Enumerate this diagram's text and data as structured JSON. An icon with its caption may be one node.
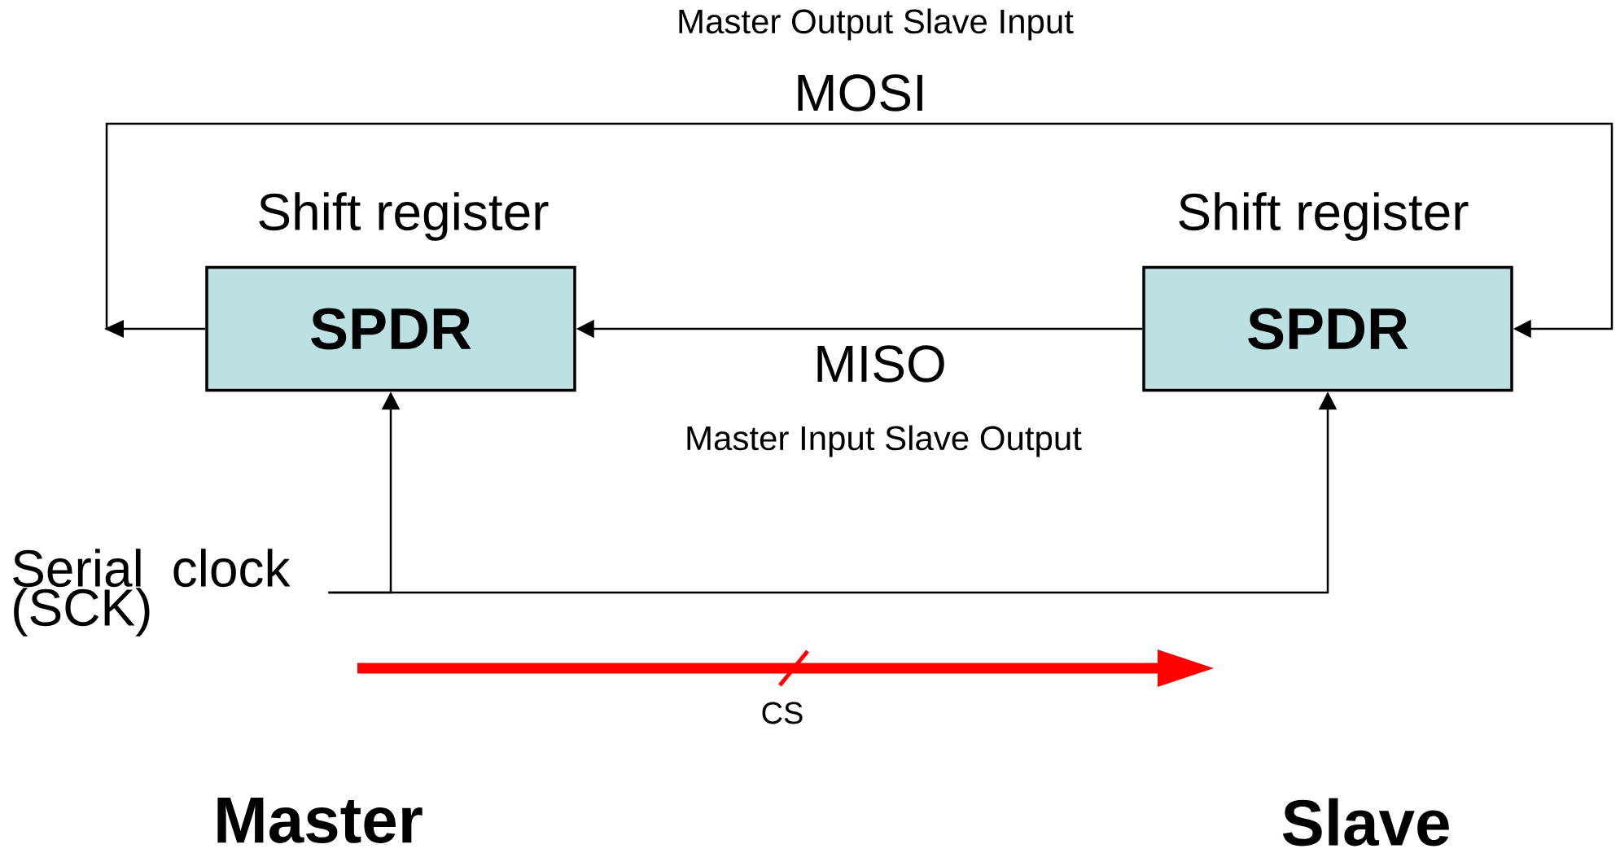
{
  "diagram": {
    "nodes": [
      {
        "text": [
          "Shift register",
          "SPDR"
        ]
      },
      {
        "text": [
          "Shift register",
          "SPDR"
        ]
      },
      {
        "text": [
          "Serial clock (SCK)"
        ]
      }
    ],
    "edges": [
      {
        "from": 0,
        "to": 1,
        "arrow": "to",
        "label": "MOSI"
      },
      {
        "from": 1,
        "to": 0,
        "arrow": "to",
        "label": "MISO"
      },
      {
        "from": 2,
        "to": 0,
        "arrow": "to"
      },
      {
        "from": 2,
        "to": 1,
        "arrow": "to"
      }
    ],
    "labels": [
      "Master Output Slave Input",
      "Master Input Slave Output",
      "CS",
      "Master",
      "Slave"
    ]
  }
}
